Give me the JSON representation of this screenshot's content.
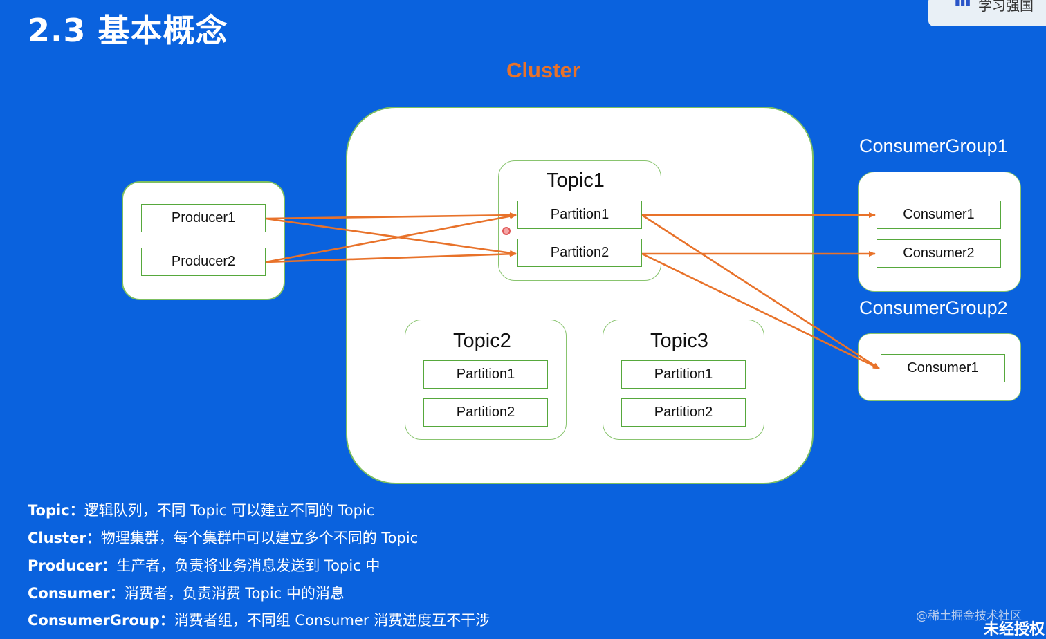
{
  "title": "2.3 基本概念",
  "logo": {
    "text": "学习强国"
  },
  "diagram": {
    "cluster_label": "Cluster",
    "producers": [
      "Producer1",
      "Producer2"
    ],
    "topics": [
      {
        "name": "Topic1",
        "partitions": [
          "Partition1",
          "Partition2"
        ]
      },
      {
        "name": "Topic2",
        "partitions": [
          "Partition1",
          "Partition2"
        ]
      },
      {
        "name": "Topic3",
        "partitions": [
          "Partition1",
          "Partition2"
        ]
      }
    ],
    "consumer_groups": [
      {
        "name": "ConsumerGroup1",
        "consumers": [
          "Consumer1",
          "Consumer2"
        ]
      },
      {
        "name": "ConsumerGroup2",
        "consumers": [
          "Consumer1"
        ]
      }
    ],
    "colors": {
      "background": "#0a62de",
      "arrow": "#e8722a",
      "box_border": "#56a83c",
      "cluster_label": "#e8722a"
    }
  },
  "definitions": [
    {
      "term": "Topic：",
      "text": "逻辑队列，不同 Topic 可以建立不同的 Topic"
    },
    {
      "term": "Cluster：",
      "text": "物理集群，每个集群中可以建立多个不同的 Topic"
    },
    {
      "term": "Producer：",
      "text": "生产者，负责将业务消息发送到 Topic 中"
    },
    {
      "term": "Consumer：",
      "text": "消费者，负责消费 Topic 中的消息"
    },
    {
      "term": "ConsumerGroup：",
      "text": "消费者组，不同组 Consumer 消费进度互不干涉"
    }
  ],
  "watermark": "@稀土掘金技术社区",
  "corner_text": "未经授权"
}
